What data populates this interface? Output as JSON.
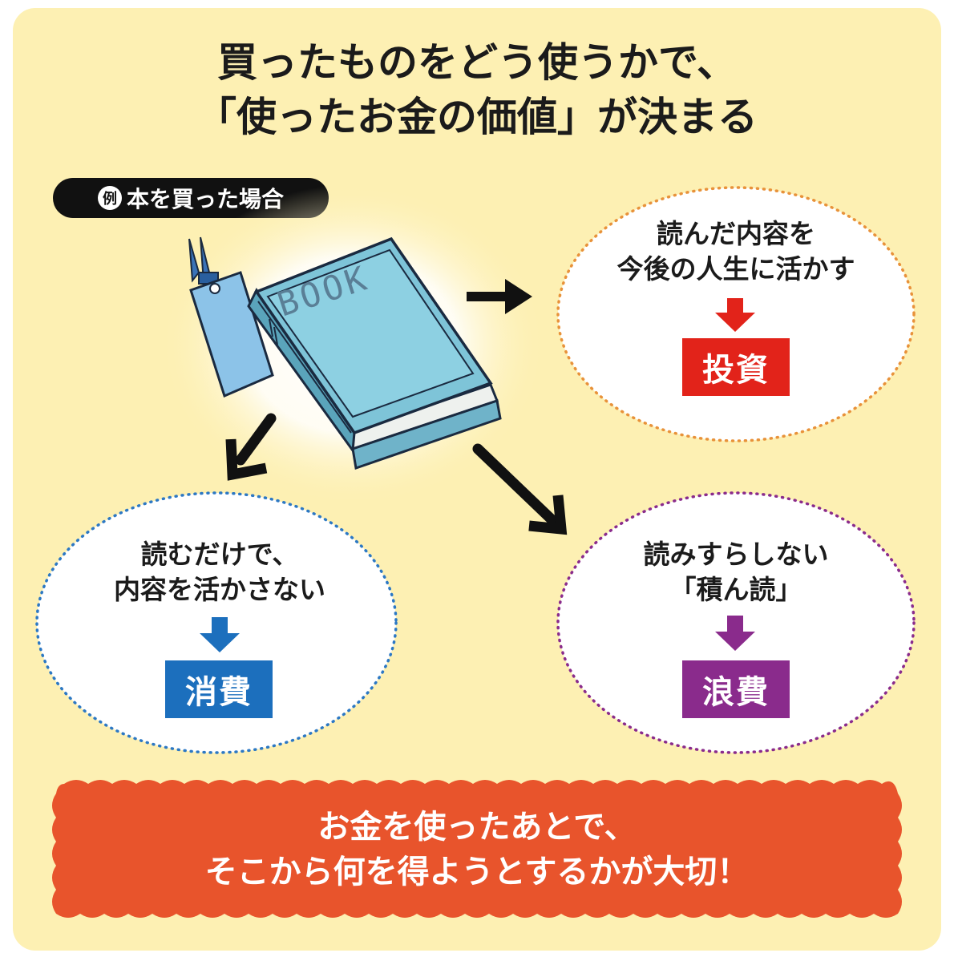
{
  "title": {
    "line1": "買ったものをどう使うかで、",
    "line2": "「使ったお金の価値」が決まる"
  },
  "example": {
    "mark": "例",
    "label": "本を買った場合"
  },
  "book": {
    "cover_text": "BOOK"
  },
  "outcomes": {
    "invest": {
      "line1": "読んだ内容を",
      "line2": "今後の人生に活かす",
      "result": "投資",
      "color": "#e2231a"
    },
    "consume": {
      "line1": "読むだけで、",
      "line2": "内容を活かさない",
      "result": "消費",
      "color": "#1c6fbd"
    },
    "waste": {
      "line1": "読みすらしない",
      "line2": "「積ん読」",
      "result": "浪費",
      "color": "#8a2b8c"
    }
  },
  "conclusion": {
    "line1": "お金を使ったあとで、",
    "line2": "そこから何を得ようとするかが大切！",
    "color": "#e8542c"
  },
  "colors": {
    "panel": "#fdf0b3",
    "book": "#7ec4d8",
    "bubble": "#ffffff"
  }
}
